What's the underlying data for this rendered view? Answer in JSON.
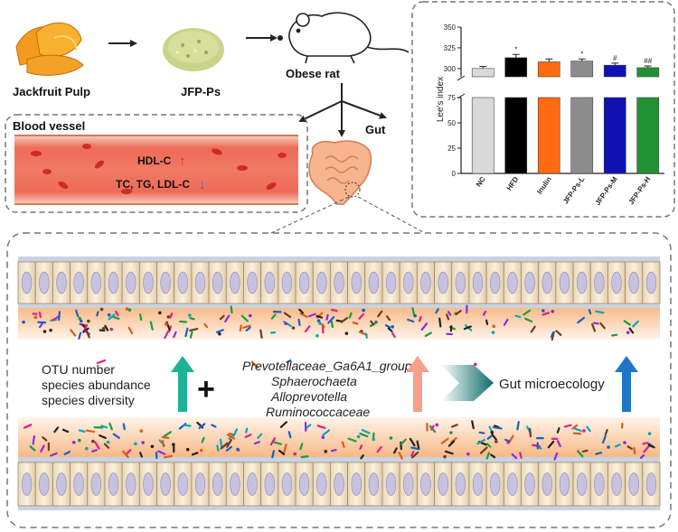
{
  "pipeline": {
    "pulp_label": "Jackfruit Pulp",
    "powder_label": "JFP-Ps",
    "rat_label": "Obese rat",
    "gut_label": "Gut"
  },
  "blood_vessel": {
    "title": "Blood vessel",
    "hdl_label": "HDL-C",
    "lipids_label": "TC, TG, LDL-C",
    "up_arrow": "↑",
    "down_arrow": "↓",
    "up_color": "#d9271e",
    "down_color": "#2a6fd3"
  },
  "gut_panel": {
    "left_metrics": [
      "OTU number",
      "species abundance",
      "species diversity"
    ],
    "plus_sign": "+",
    "taxa": [
      "Prevotellaceae_Ga6A1_group",
      "Sphaerochaeta",
      "Alloprevotella",
      "Ruminococcaceae"
    ],
    "result_label": "Gut microecology",
    "arrow_teal": "#1ab394",
    "arrow_salmon": "#f4a08a",
    "arrow_blue": "#1f76c8"
  },
  "chart_data": {
    "type": "bar",
    "ylabel": "Lee's index",
    "ylim": [
      0,
      350
    ],
    "y_ticks_upper": [
      300,
      325,
      350
    ],
    "y_ticks_lower": [
      0,
      25,
      50,
      75
    ],
    "axis_break": [
      75,
      290
    ],
    "categories": [
      "NC",
      "HFD",
      "Inulin",
      "JFP-Ps-L",
      "JFP-Ps-M",
      "JFP-Ps-H"
    ],
    "values": [
      300,
      313,
      308,
      309,
      304,
      301
    ],
    "errors": [
      2.5,
      4,
      3.5,
      2.5,
      2.5,
      2
    ],
    "significance": [
      "",
      "*",
      "",
      "*",
      "#",
      "##"
    ],
    "colors": [
      "#d9d9d9",
      "#000000",
      "#ff6a13",
      "#8c8c8c",
      "#1010b4",
      "#229134"
    ]
  }
}
